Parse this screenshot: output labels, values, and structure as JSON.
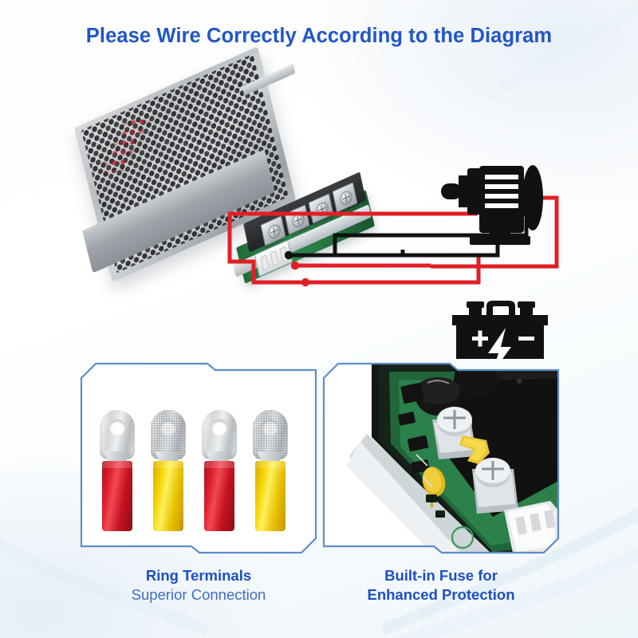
{
  "title": "Please Wire Correctly According to the Diagram",
  "colors": {
    "title_blue": "#2156c8",
    "caption_blue": "#1d4fc4",
    "caption_light_blue": "#3f6cc9",
    "panel_border": "#5f8ccb",
    "wire_positive": "#e01f26",
    "wire_negative": "#111111",
    "terminal_red": "#d5202b",
    "terminal_yellow": "#f2cf00",
    "pcb_green": "#2f8a4c",
    "background": "#ffffff"
  },
  "diagram": {
    "name": "wiring-diagram",
    "controller": {
      "label": "motor-speed-controller",
      "terminal_count": 4,
      "connection_dots": [
        {
          "terminal": 1,
          "wire": "negative",
          "color": "#111111"
        },
        {
          "terminal": 2,
          "wire": "positive",
          "color": "#e01f26"
        },
        {
          "terminal": 3,
          "wire": "positive",
          "color": "#e01f26"
        }
      ]
    },
    "devices": [
      {
        "name": "motor-icon",
        "label": "motor"
      },
      {
        "name": "battery-icon",
        "label": "battery",
        "positive_symbol": "+",
        "negative_symbol": "−"
      }
    ],
    "wires": [
      {
        "name": "motor-negative-wire",
        "color": "#111111",
        "from": "controller-terminal-1",
        "to": "motor-bottom"
      },
      {
        "name": "motor-positive-wire",
        "color": "#e01f26",
        "from": "controller-terminal-2",
        "to": "motor-right"
      },
      {
        "name": "battery-positive-wire",
        "color": "#e01f26",
        "from": "controller-terminal-3",
        "to": "battery-positive-post"
      },
      {
        "name": "battery-negative-wire",
        "color": "#111111",
        "from": "controller-terminal-1",
        "to": "battery-negative-post"
      }
    ]
  },
  "panels": [
    {
      "name": "ring-terminals-panel",
      "caption_bold": "Ring Terminals",
      "caption_sub": "Superior Connection",
      "terminals": [
        {
          "index": 1,
          "boot_color": "red",
          "finish": "smooth"
        },
        {
          "index": 2,
          "boot_color": "yellow",
          "finish": "textured"
        },
        {
          "index": 3,
          "boot_color": "red",
          "finish": "smooth"
        },
        {
          "index": 4,
          "boot_color": "yellow",
          "finish": "textured"
        }
      ]
    },
    {
      "name": "built-in-fuse-panel",
      "caption_bold": "Built-in Fuse for",
      "caption_sub": "Enhanced Protection",
      "components": [
        {
          "name": "electrolytic-capacitor",
          "color": "#151515"
        },
        {
          "name": "heatsink-block",
          "color": "#1a1a1a"
        },
        {
          "name": "screw-terminal",
          "color": "#cfd4d8"
        },
        {
          "name": "fuse-strip",
          "color": "#e9c62a"
        },
        {
          "name": "jst-connector",
          "color": "#f4f5f6"
        },
        {
          "name": "pcb-substrate",
          "color": "#2f8a4c"
        }
      ]
    }
  ]
}
